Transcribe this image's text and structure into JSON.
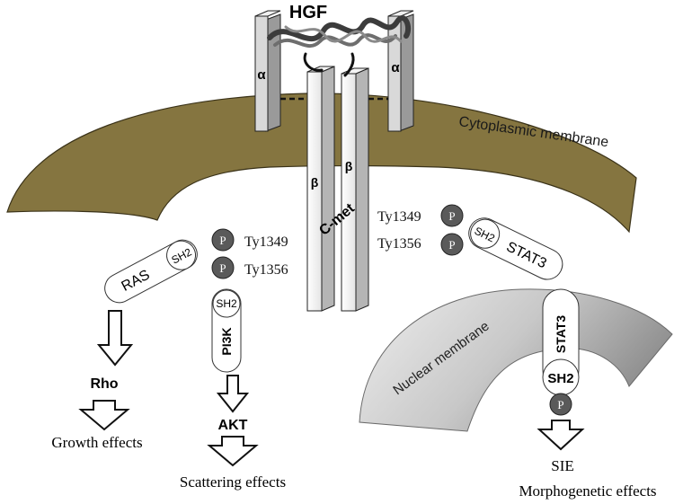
{
  "ligand": {
    "label": "HGF"
  },
  "membranes": {
    "cytoplasmic": "Cytoplasmic membrane",
    "nuclear": "Nuclear membrane"
  },
  "receptor": {
    "name": "C-met",
    "alpha_label": "α",
    "beta_label": "β"
  },
  "phospho": {
    "p": "P",
    "left_sites": [
      "Ty1349",
      "Ty1356"
    ],
    "right_sites": [
      "Ty1349",
      "Ty1356"
    ]
  },
  "ras_branch": {
    "adapter": "RAS",
    "domain": "SH2",
    "downstream": "Rho",
    "effect": "Growth effects"
  },
  "pi3k_branch": {
    "adapter": "PI3K",
    "domain": "SH2",
    "downstream": "AKT",
    "effect": "Scattering effects"
  },
  "stat3_branch": {
    "adapter": "STAT3",
    "domain": "SH2",
    "downstream": "SIE",
    "effect": "Morphogenetic effects"
  },
  "colors": {
    "cytoplasmic_membrane": "#857540",
    "nuclear_membrane_light": "#e6e6e6",
    "nuclear_membrane_dark": "#9a9a9a",
    "phospho_circle": "#5a5a5a",
    "receptor_fill": "#ffffff",
    "alpha_fill": "#d6d6d6",
    "outline": "#1a1a1a"
  }
}
